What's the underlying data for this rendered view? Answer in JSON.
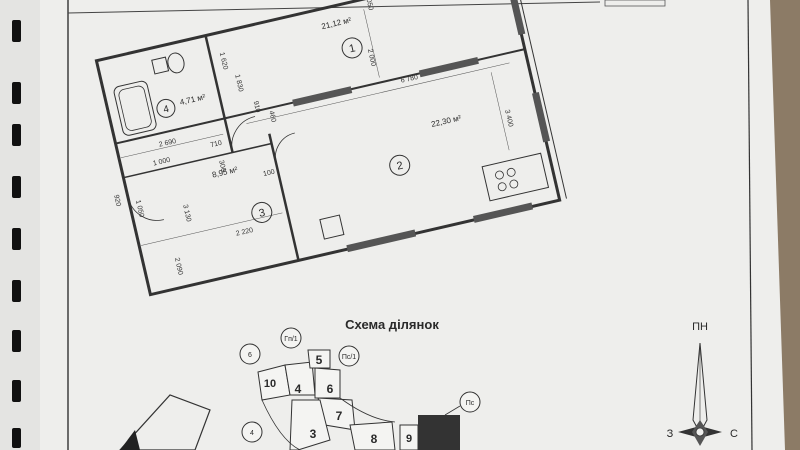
{
  "floor_plan": {
    "area_room1": "21,12 м²",
    "area_room2": "22,30 м²",
    "area_bath": "4,71 м²",
    "area_hall": "8,95 м²",
    "room_numbers": [
      "1",
      "2",
      "3",
      "4"
    ],
    "dimensions": [
      "2 690",
      "710",
      "1 000",
      "6 780",
      "3 400",
      "2 220",
      "3 130",
      "2 090",
      "920",
      "1 050",
      "300",
      "100",
      "1 620",
      "1 830",
      "2 050",
      "910",
      "2 000",
      "460"
    ]
  },
  "scheme": {
    "title": "Схема ділянок",
    "sections": [
      "10",
      "4",
      "5",
      "6",
      "7",
      "3",
      "8",
      "9"
    ],
    "circle_labels": [
      "Гп/1",
      "Пс/1",
      "6",
      "4",
      "Пс"
    ]
  },
  "compass": {
    "north": "ПН",
    "west": "З",
    "east": "С"
  },
  "colors": {
    "paper": "#eeeeec",
    "table_wood": "#9a8a76",
    "ink": "#2a2a2a",
    "wall_dark": "#555555"
  }
}
